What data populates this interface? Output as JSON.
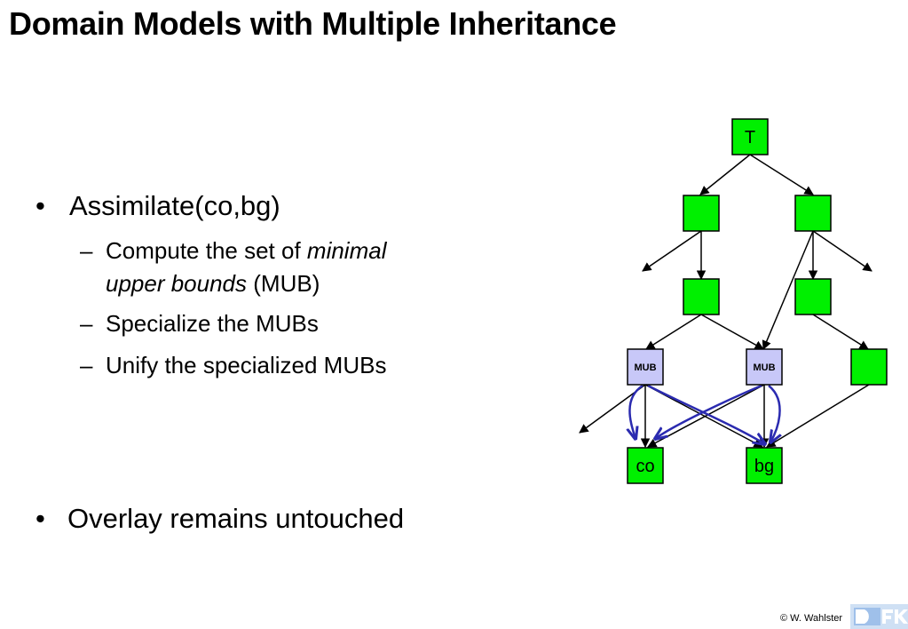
{
  "slide": {
    "title": "Domain Models with Multiple Inheritance",
    "bullets": [
      {
        "text": "Assimilate(co,bg)",
        "subitems": [
          {
            "prefix": "Compute the set of ",
            "emph": "minimal",
            "line2_emph": "upper bounds",
            "line2_rest": " (MUB)"
          },
          {
            "text": "Specialize the MUBs"
          },
          {
            "text": "Unify the specialized MUBs"
          }
        ]
      },
      {
        "text": "Overlay remains untouched"
      }
    ],
    "bullet_glyph": "•",
    "dash_glyph": "–"
  },
  "diagram": {
    "top_label": "T",
    "mub_labels": [
      "MUB",
      "MUB"
    ],
    "leaf_labels": [
      "co",
      "bg"
    ],
    "colors": {
      "node": "#00f000",
      "mub": "#c8c8f8",
      "specialize_arrows": "#2b2bb0"
    }
  },
  "footer": {
    "credit": "© W. Wahlster",
    "logo": "dfki-logo"
  }
}
